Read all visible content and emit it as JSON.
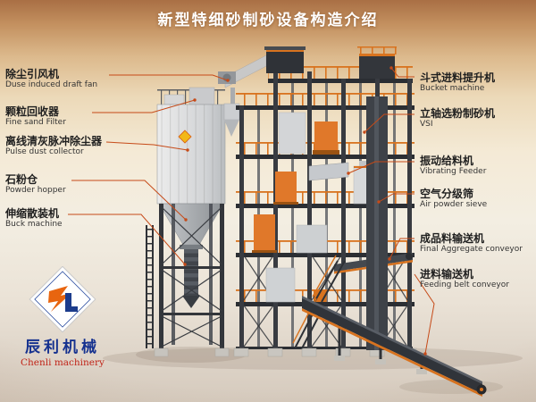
{
  "title": "新型特细砂制砂设备构造介绍",
  "annotations": {
    "left": [
      {
        "zh": "除尘引风机",
        "en": "Duse induced draft fan"
      },
      {
        "zh": "颗粒回收器",
        "en": "Fine sand Filter"
      },
      {
        "zh": "离线清灰脉冲除尘器",
        "en": "Pulse dust collector"
      },
      {
        "zh": "石粉仓",
        "en": "Powder hopper"
      },
      {
        "zh": "伸缩散装机",
        "en": "Buck machine"
      }
    ],
    "right": [
      {
        "zh": "斗式进料提升机",
        "en": "Bucket machine"
      },
      {
        "zh": "立轴选粉制砂机",
        "en": "VSI"
      },
      {
        "zh": "振动给料机",
        "en": "Vibrating Feeder"
      },
      {
        "zh": "空气分级筛",
        "en": "Air powder sieve"
      },
      {
        "zh": "成品料输送机",
        "en": "Final Aggregate conveyor"
      },
      {
        "zh": "进料输送机",
        "en": "Feeding belt conveyor"
      }
    ]
  },
  "logo": {
    "name_zh": "辰利机械",
    "name_en": "Chenli machinery"
  },
  "colors": {
    "accent_orange": "#d8731f",
    "leader_line": "#c64a18",
    "structure_dark": "#34373c",
    "title_text": "#ffffff"
  }
}
